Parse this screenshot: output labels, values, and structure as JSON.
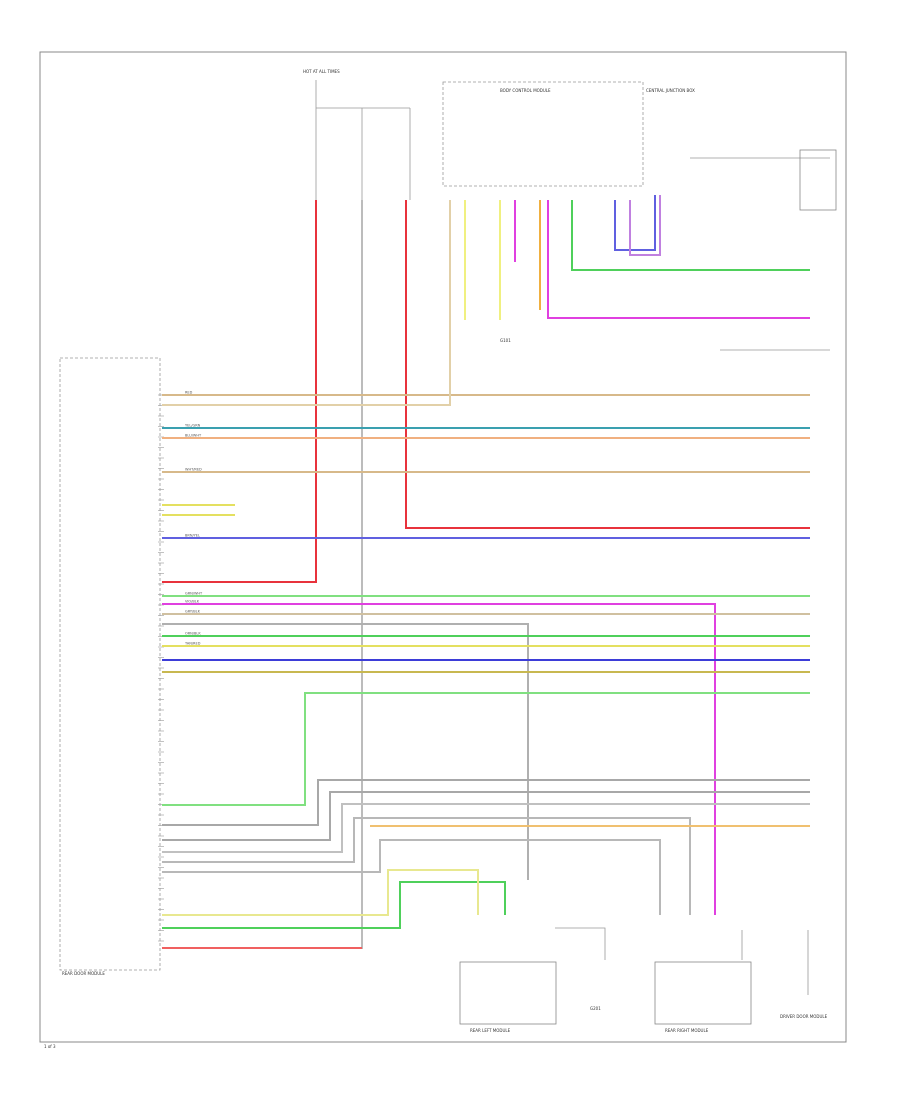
{
  "labels": {
    "fuse_block": "HOT AT ALL TIMES",
    "bcm": "BODY CONTROL MODULE",
    "central_junction": "CENTRAL JUNCTION BOX",
    "module_left": "REAR DOOR MODULE",
    "ground_1": "G101",
    "ground_2": "G201",
    "rear_left_module": "REAR LEFT MODULE",
    "rear_right_module": "REAR RIGHT MODULE",
    "driver_module": "DRIVER DOOR MODULE",
    "footer": "1 of 3"
  },
  "colors": {
    "red": "#e8323c",
    "yellow": "#e4e060",
    "green": "#4fd05b",
    "blue": "#3d3dd8",
    "magenta": "#e040e0",
    "orange": "#f0a030",
    "tan": "#d7b98a",
    "teal": "#3aa0b0",
    "gray": "#9a9a9a",
    "olive": "#c8b850"
  },
  "wire_labels": [
    "RED",
    "YEL/GRN",
    "BLU/WHT",
    "WHT/RED",
    "BRN/YEL",
    "GRN/WHT",
    "VIO/BLK",
    "GRY/BLK",
    "ORN/BLK",
    "TAN/RED"
  ]
}
